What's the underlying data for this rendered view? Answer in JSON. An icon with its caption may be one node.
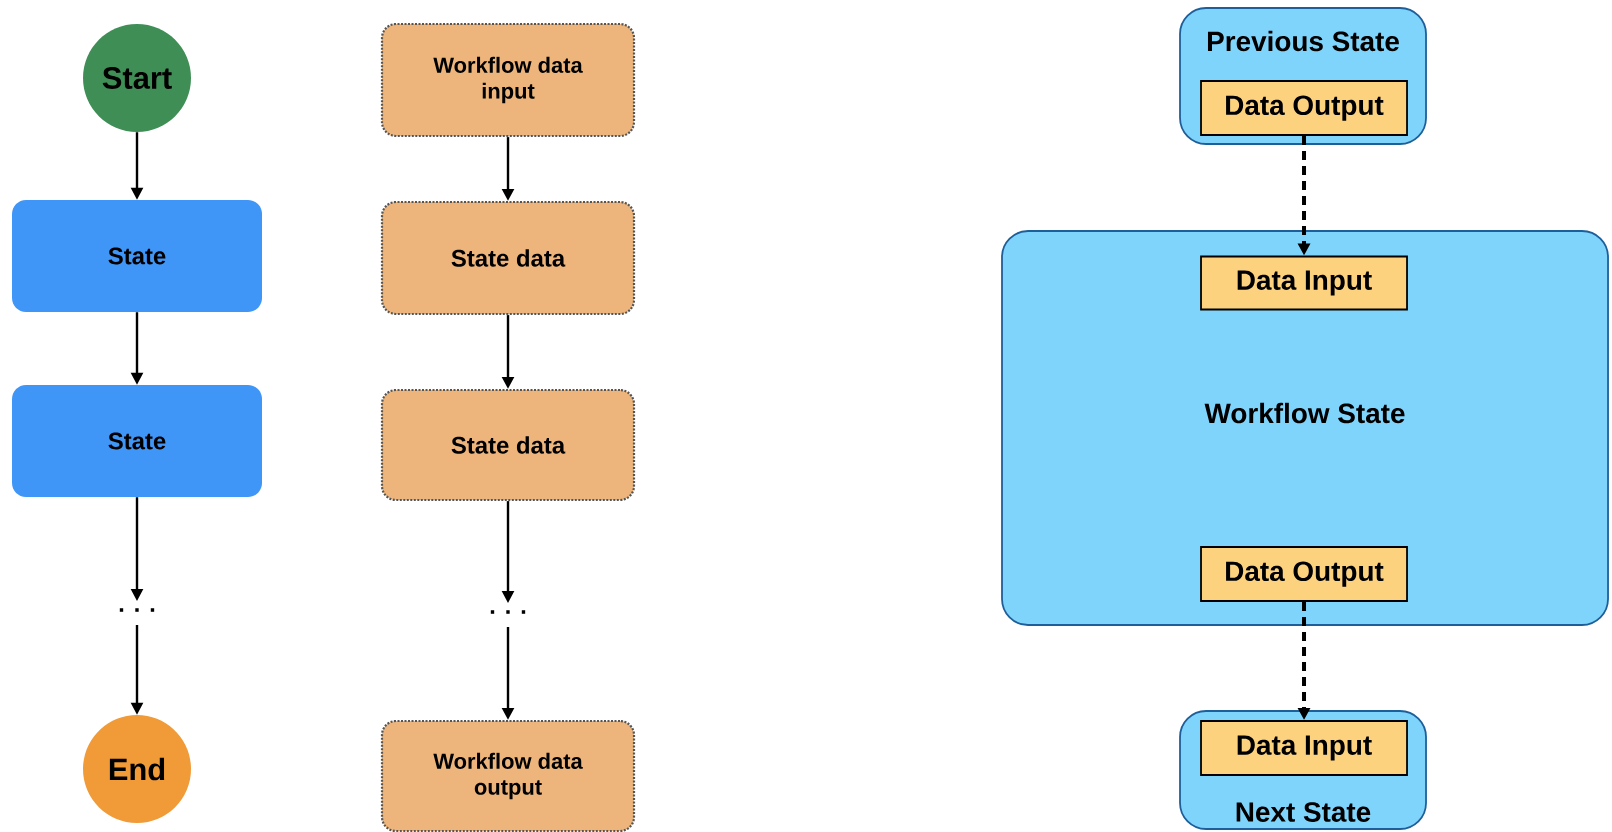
{
  "diagram": {
    "nodes": [
      {
        "text": [
          "Start"
        ]
      },
      {
        "text": [
          "State"
        ]
      },
      {
        "text": [
          "State"
        ]
      },
      {
        "text": [
          ". . ."
        ]
      },
      {
        "text": [
          "End"
        ]
      },
      {
        "text": [
          "Workflow data input"
        ]
      },
      {
        "text": [
          "State data"
        ]
      },
      {
        "text": [
          "State data"
        ]
      },
      {
        "text": [
          ". . ."
        ]
      },
      {
        "text": [
          "Workflow data output"
        ]
      },
      {
        "text": [
          "Previous State"
        ]
      },
      {
        "text": [
          "Data Output"
        ],
        "in": 10
      },
      {
        "text": [
          "Workflow State"
        ]
      },
      {
        "text": [
          "Data Input"
        ],
        "in": 12
      },
      {
        "text": [
          "Data Output"
        ],
        "in": 12
      },
      {
        "text": [
          "Next State"
        ]
      },
      {
        "text": [
          "Data Input"
        ],
        "in": 15
      }
    ],
    "edges": [
      {
        "from": 0,
        "to": 1,
        "arrow": "to"
      },
      {
        "from": 1,
        "to": 2,
        "arrow": "to"
      },
      {
        "from": 2,
        "to": 3,
        "arrow": "to"
      },
      {
        "from": 3,
        "to": 4,
        "arrow": "to"
      },
      {
        "from": 5,
        "to": 6,
        "arrow": "to"
      },
      {
        "from": 6,
        "to": 7,
        "arrow": "to"
      },
      {
        "from": 7,
        "to": 8,
        "arrow": "to"
      },
      {
        "from": 8,
        "to": 9,
        "arrow": "to"
      },
      {
        "from": 11,
        "to": 13,
        "arrow": "to",
        "style": "dashed"
      },
      {
        "from": 14,
        "to": 16,
        "arrow": "to",
        "style": "dashed"
      }
    ]
  }
}
